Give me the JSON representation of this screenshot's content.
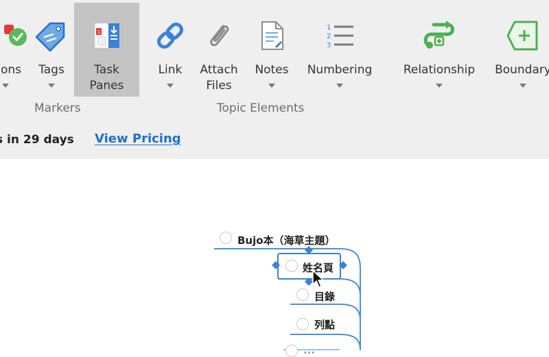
{
  "ribbon": {
    "tools": [
      {
        "id": "icons",
        "label": "ons"
      },
      {
        "id": "tags",
        "label": "Tags"
      },
      {
        "id": "task-panes",
        "label_line1": "Task",
        "label_line2": "Panes"
      },
      {
        "id": "link",
        "label": "Link"
      },
      {
        "id": "attach-files",
        "label_line1": "Attach",
        "label_line2": "Files"
      },
      {
        "id": "notes",
        "label": "Notes"
      },
      {
        "id": "numbering",
        "label": "Numbering",
        "digits": [
          "1",
          "2",
          "3"
        ]
      },
      {
        "id": "relationship",
        "label": "Relationship"
      },
      {
        "id": "boundary",
        "label": "Boundary"
      }
    ],
    "groups": {
      "markers": "Markers",
      "topic_elements": "Topic Elements"
    }
  },
  "trial_bar": {
    "text": "s in 29 days",
    "link": "View Pricing"
  },
  "mindmap": {
    "root": "Bujo本（海草主題）",
    "children": [
      "姓名頁",
      "目錄",
      "列點",
      "..."
    ]
  },
  "colors": {
    "accent": "#1f6fd1",
    "ribbon_bg": "#efefef",
    "active_tool_bg": "#c4c4c4",
    "branch": "#4a90d9",
    "green": "#4caf50"
  }
}
